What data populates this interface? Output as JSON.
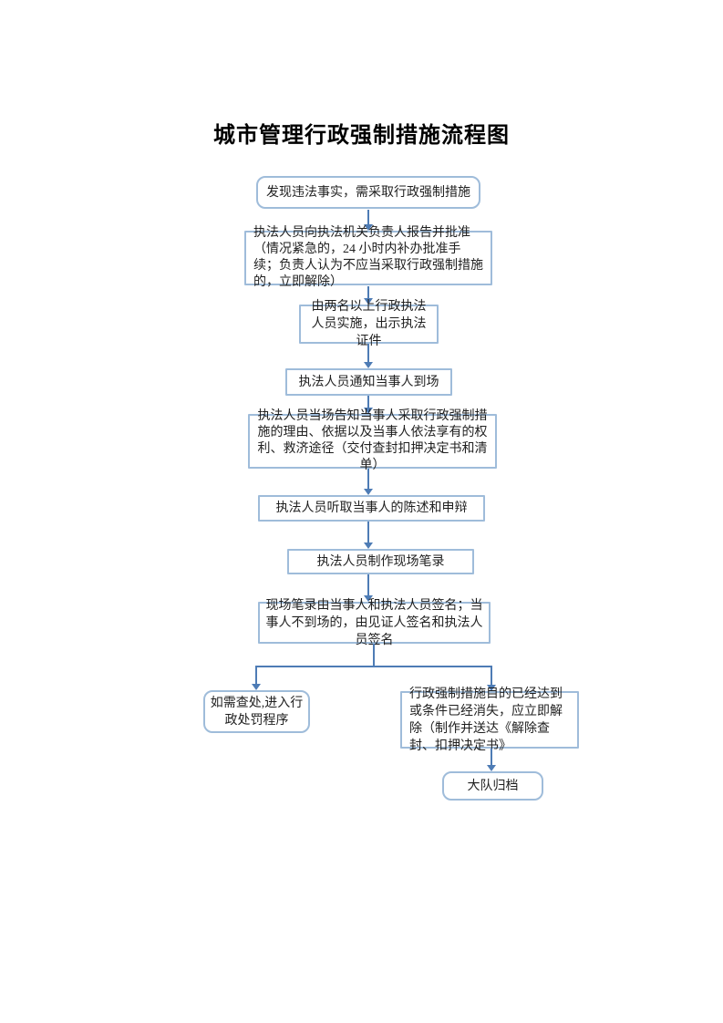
{
  "title": "城市管理行政强制措施流程图",
  "colors": {
    "background": "#ffffff",
    "box_border": "#9fbcda",
    "arrow": "#4e7cb5",
    "text": "#1f1f1f"
  },
  "flowchart": {
    "boxes": [
      {
        "name": "start",
        "shape": "rounded",
        "text": "发现违法事实，需采取行政强制措施"
      },
      {
        "name": "report-approve",
        "shape": "rect",
        "text": "执法人员向执法机关负责人报告并批准（情况紧急的，24 小时内补办批准手续；负责人认为不应当采取行政强制措施的，立即解除）"
      },
      {
        "name": "two-officers",
        "shape": "rect",
        "text": "由两名以上行政执法人员实施，出示执法证件"
      },
      {
        "name": "notify-party",
        "shape": "rect",
        "text": "执法人员通知当事人到场"
      },
      {
        "name": "inform-rights",
        "shape": "rect",
        "text": "执法人员当场告知当事人采取行政强制措施的理由、依据以及当事人依法享有的权利、救济途径（交付查封扣押决定书和清单）"
      },
      {
        "name": "hear-statement",
        "shape": "rect",
        "text": "执法人员听取当事人的陈述和申辩"
      },
      {
        "name": "make-site-record",
        "shape": "rect",
        "text": "执法人员制作现场笔录"
      },
      {
        "name": "sign-record",
        "shape": "rect",
        "text": "现场笔录由当事人和执法人员签名；当事人不到场的，由见证人签名和执法人员签名"
      },
      {
        "name": "penalty-procedure",
        "shape": "rounded",
        "text": "如需查处,进入行政处罚程序"
      },
      {
        "name": "lift-measure",
        "shape": "rect",
        "text": "行政强制措施目的已经达到或条件已经消失，应立即解除（制作并送达《解除查封、扣押决定书》"
      },
      {
        "name": "archive",
        "shape": "rounded",
        "text": "大队归档"
      }
    ]
  }
}
